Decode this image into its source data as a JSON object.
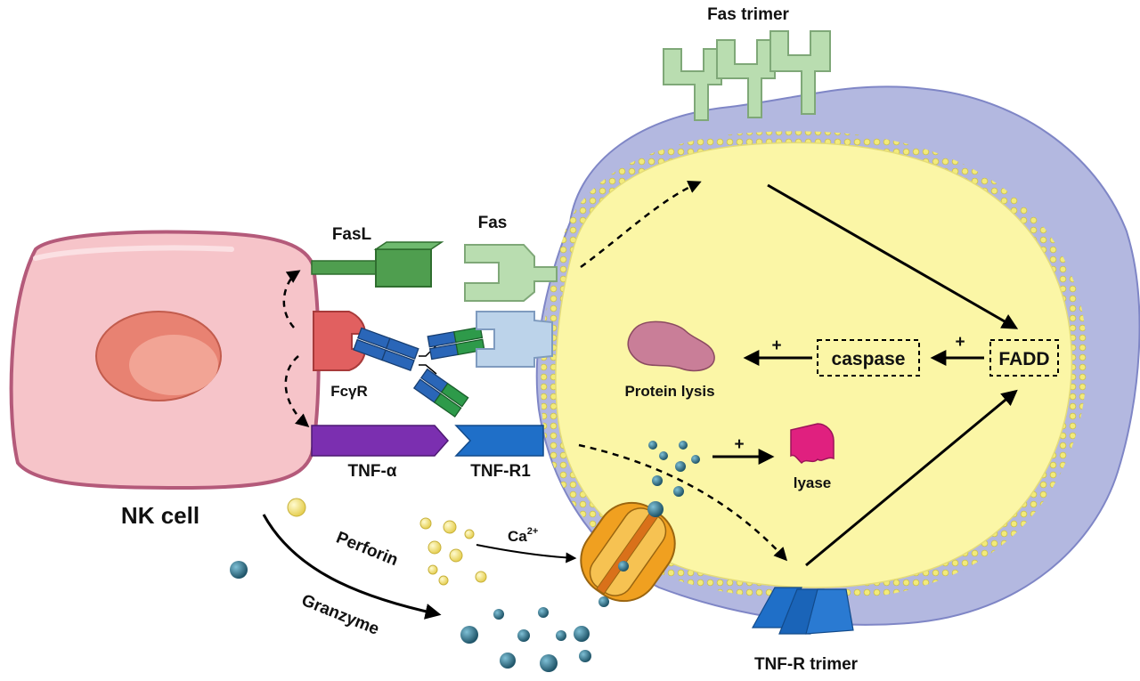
{
  "labels": {
    "fas_trimer": "Fas trimer",
    "fasl": "FasL",
    "fas": "Fas",
    "fcyr": "FcγR",
    "tnf_alpha": "TNF-α",
    "tnf_r1": "TNF-R1",
    "nk_cell": "NK cell",
    "perforin": "Perforin",
    "granzyme": "Granzyme",
    "ca": "Ca",
    "ca_charge": "2+",
    "protein_lysis": "Protein lysis",
    "caspase": "caspase",
    "fadd": "FADD",
    "lyase": "lyase",
    "tnf_r_trimer": "TNF-R trimer",
    "plus_caspase_protein": "+",
    "plus_fadd_caspase": "+",
    "plus_granzyme_lyase": "+"
  },
  "colors": {
    "nk_cell_fill": "#f6c4c9",
    "nk_cell_border": "#b45a7a",
    "nucleus": "#e88272",
    "target_cell_fill": "#fbf6a6",
    "target_membrane": "#b3b8e0",
    "membrane_dots": "#f2ea7a",
    "fas_green": "#b9ddb0",
    "fasl_green": "#4f9e4f",
    "tnf_alpha_purple": "#7b2fb0",
    "tnf_r_blue": "#1f6fc8",
    "fcyr_red": "#e16060",
    "antibody_blue": "#2a66b8",
    "antibody_green": "#2e9a4a",
    "receptor_lightblue": "#bcd3ea",
    "perforin_orange": "#f0a020",
    "perforin_beads": "#f5e27a",
    "granzyme_beads": "#2d6f86",
    "protein_pink": "#c97e98",
    "lyase_magenta": "#e0207f"
  }
}
